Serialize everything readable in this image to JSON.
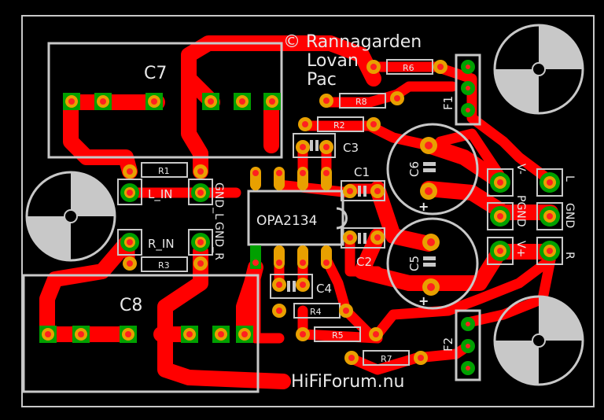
{
  "copyright": {
    "line1": "© Rannagarden",
    "line2": "Lovan",
    "line3": "Pac"
  },
  "watermark": "HiFiForum.nu",
  "components": {
    "c7": "C7",
    "c8": "C8",
    "c1": "C1",
    "c2": "C2",
    "c3": "C3",
    "c4": "C4",
    "c5": "C5",
    "c6": "C6",
    "f1": "F1",
    "f2": "F2",
    "r1": "R1",
    "r2": "R2",
    "r3": "R3",
    "r4": "R4",
    "r5": "R5",
    "r6": "R6",
    "r7": "R7",
    "r8": "R8",
    "ic": "OPA2134",
    "l_in": "L_IN",
    "r_in": "R_IN",
    "gnd_l": "GND_L",
    "gnd_r": "GND_R",
    "v_minus": "V-",
    "pgnd": "PGND",
    "v_plus": "V+",
    "out_l": "L",
    "out_gnd": "GND",
    "out_r": "R"
  }
}
